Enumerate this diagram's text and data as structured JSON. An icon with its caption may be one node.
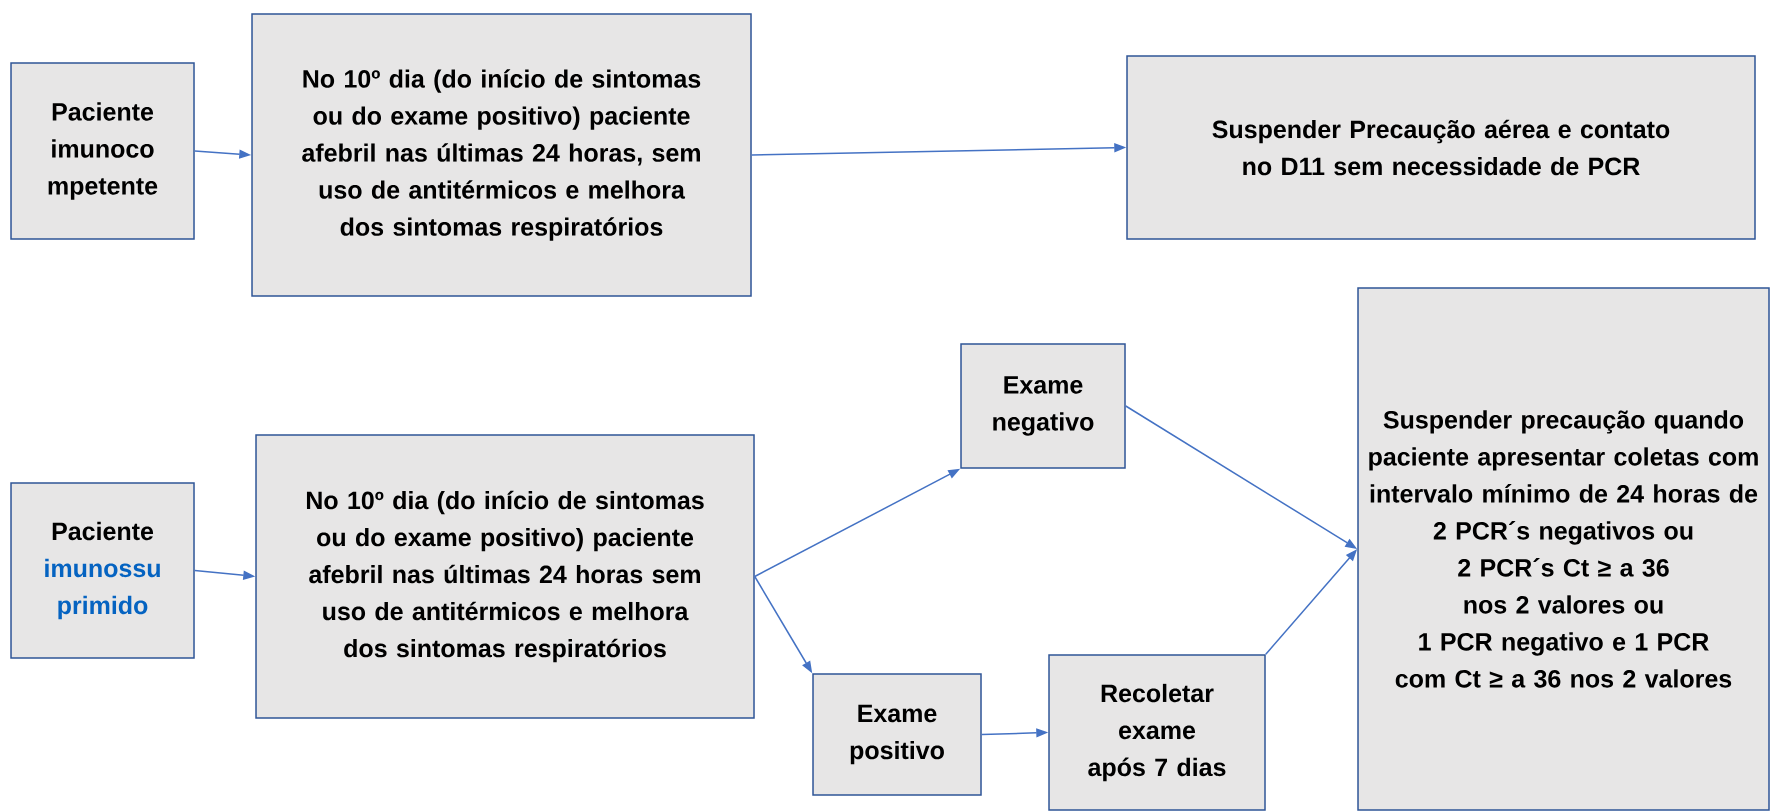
{
  "diagram": {
    "nodes": [
      {
        "text": [
          "Paciente imunoco mpetente"
        ]
      },
      {
        "text": [
          "No 10º dia (do início de sintomas ou do exame positivo) paciente afebril nas últimas 24 horas, sem uso de antitérmicos e melhora dos sintomas respiratórios"
        ]
      },
      {
        "text": [
          "Suspender Precaução aérea e contato no D11 sem necessidade de PCR"
        ]
      },
      {
        "text": [
          "Paciente",
          "imunossu primido"
        ]
      },
      {
        "text": [
          "No 10º dia (do início de sintomas ou do exame positivo) paciente afebril nas últimas 24 horas sem uso de antitérmicos e melhora dos sintomas respiratórios"
        ]
      },
      {
        "text": [
          "Exame negativo"
        ]
      },
      {
        "text": [
          "Exame positivo"
        ]
      },
      {
        "text": [
          "Recoletar exame após 7 dias"
        ]
      },
      {
        "text": [
          "Suspender precaução quando paciente apresentar coletas com intervalo mínimo de 24 horas de",
          "2 PCR´s negativos ou",
          "2 PCR´s Ct ≥ a 36 nos 2 valores ou",
          "1 PCR negativo e 1 PCR com Ct ≥  a 36 nos 2 valores"
        ]
      }
    ],
    "edges": [
      {
        "from": 0,
        "to": 1,
        "arrow": "to"
      },
      {
        "from": 1,
        "to": 2,
        "arrow": "to"
      },
      {
        "from": 3,
        "to": 4,
        "arrow": "to"
      },
      {
        "from": 4,
        "to": 5,
        "arrow": "to"
      },
      {
        "from": 4,
        "to": 6,
        "arrow": "to"
      },
      {
        "from": 6,
        "to": 7,
        "arrow": "to"
      },
      {
        "from": 5,
        "to": 8,
        "arrow": "to"
      },
      {
        "from": 7,
        "to": 8,
        "arrow": "to"
      }
    ]
  }
}
